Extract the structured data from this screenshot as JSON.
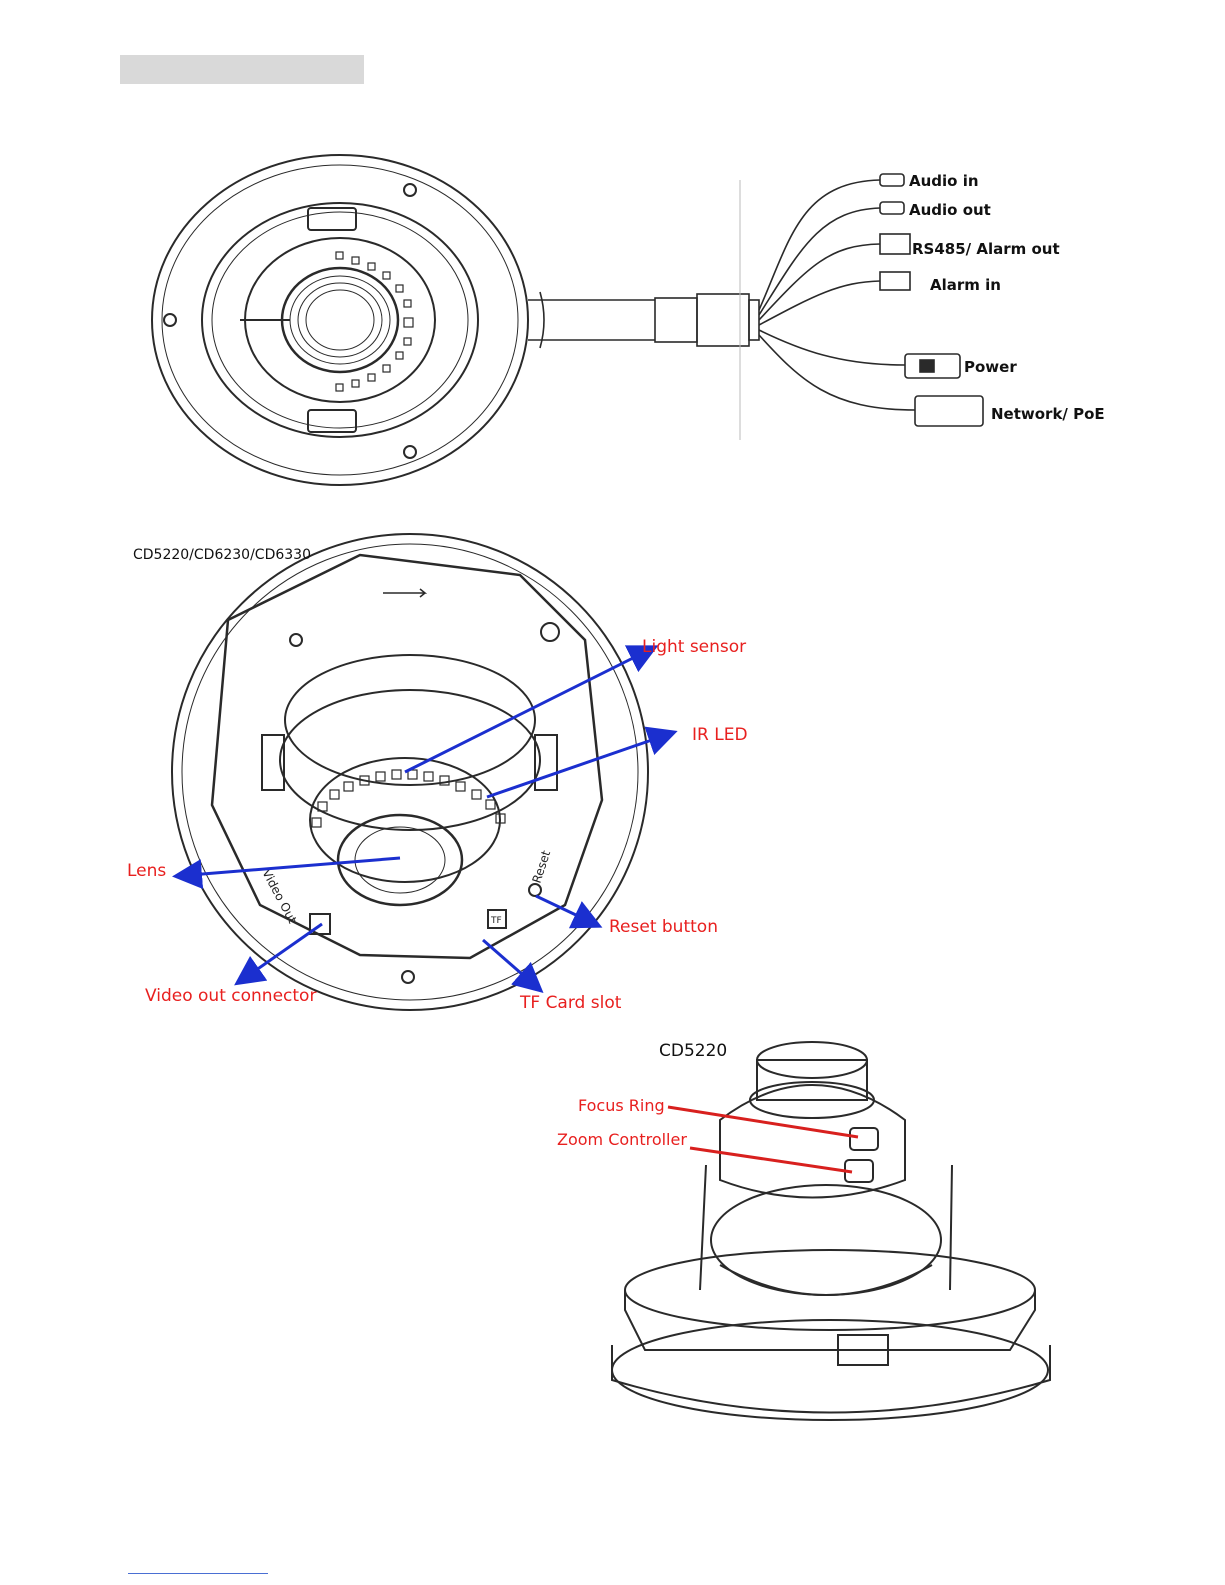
{
  "cable": {
    "labels": {
      "audio_in": "Audio in",
      "audio_out": "Audio out",
      "rs485": "RS485/ Alarm out",
      "alarm_in": "Alarm in",
      "power": "Power",
      "network": "Network/ PoE"
    }
  },
  "dome": {
    "model_caption": "CD5220/CD6230/CD6330",
    "callouts": {
      "light_sensor": "Light sensor",
      "ir_led": "IR LED",
      "lens": "Lens",
      "reset_button": "Reset button",
      "video_out_connector": "Video out connector",
      "tf_card_slot": "TF Card slot"
    },
    "embossed": {
      "video_out": "Video Out",
      "reset": "Reset",
      "tf": "TF"
    }
  },
  "side_view": {
    "model_caption": "CD5220",
    "callouts": {
      "focus_ring": "Focus Ring",
      "zoom_controller": "Zoom Controller"
    }
  },
  "colors": {
    "callout_text": "#e8201f",
    "blue_arrow": "#1b2fcf",
    "red_leader": "#d8201e",
    "line_art": "#2a2a2a"
  }
}
